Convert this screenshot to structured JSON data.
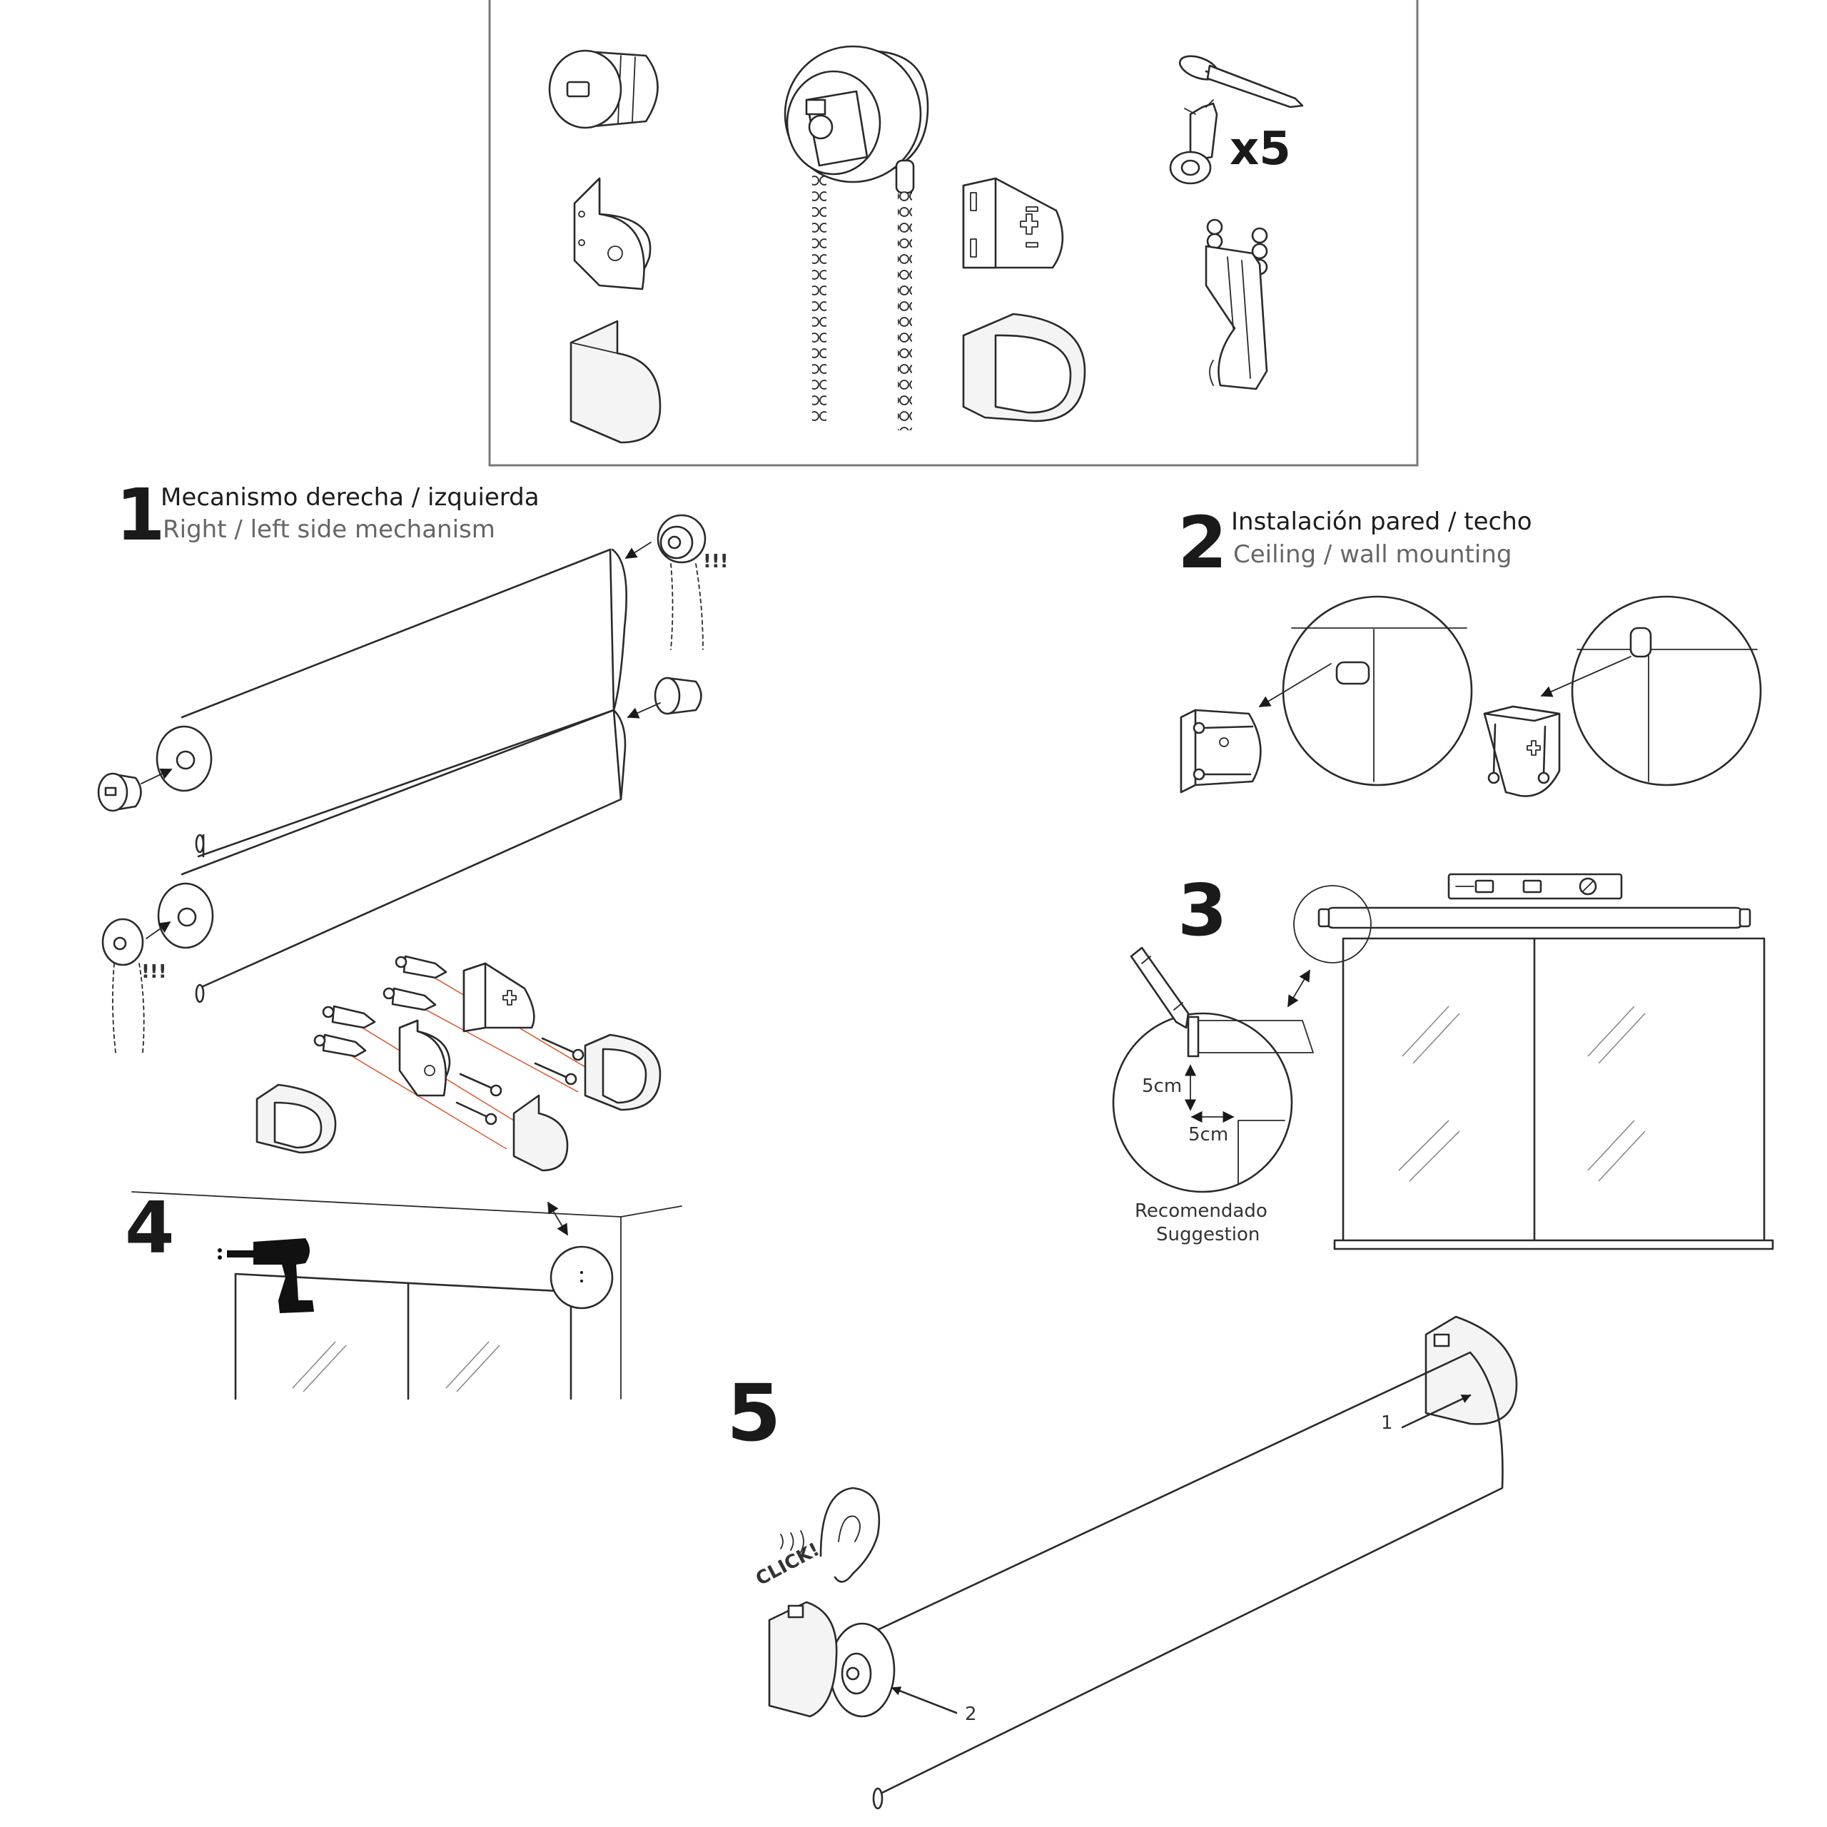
{
  "parts_box": {
    "screws_quantity": "x5"
  },
  "steps": [
    {
      "number": "1",
      "title_es": "Mecanismo derecha / izquierda",
      "title_en": "Right / left side mechanism",
      "warning": "!!!"
    },
    {
      "number": "2",
      "title_es": "Instalación pared / techo",
      "title_en": "Ceiling / wall mounting"
    },
    {
      "number": "3",
      "measure_vertical": "5cm",
      "measure_horizontal": "5cm",
      "note_es": "Recomendado",
      "note_en": "Suggestion"
    },
    {
      "number": "4"
    },
    {
      "number": "5",
      "sound": "CLICK!",
      "arrow_1": "1",
      "arrow_2": "2"
    }
  ],
  "icons": [
    "end-plug-icon",
    "chain-mechanism-icon",
    "bracket-icon",
    "cover-cap-icon",
    "screw-icon",
    "wall-plug-icon",
    "chain-connector-icon",
    "pencil-icon",
    "spirit-level-icon",
    "drill-icon",
    "ear-icon"
  ],
  "colors": {
    "line": "#2a2a2a",
    "drill_guide": "#d9603a",
    "glass": "#8a8a8a"
  }
}
